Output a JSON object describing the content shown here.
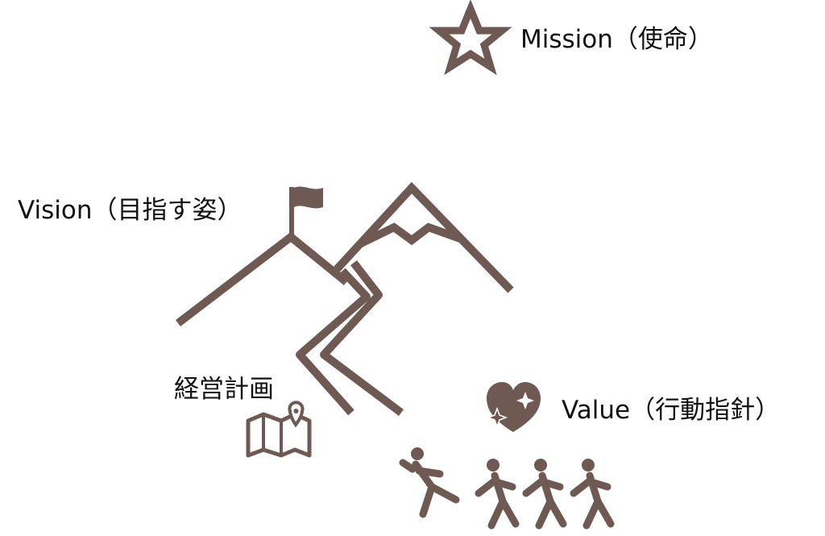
{
  "mission": {
    "label": "Mission（使命）",
    "icon": "star-icon"
  },
  "vision": {
    "label": "Vision（目指す姿）",
    "icons": [
      "flag-icon",
      "mountain-icon",
      "winding-path-icon"
    ]
  },
  "plan": {
    "label": "経営計画",
    "icon": "map-pin-icon"
  },
  "value": {
    "label": "Value（行動指針）",
    "icons": [
      "sparkle-heart-icon",
      "running-people-icon"
    ]
  },
  "colors": {
    "accent": "#6f5a53",
    "text": "#111111",
    "background": "#ffffff"
  }
}
